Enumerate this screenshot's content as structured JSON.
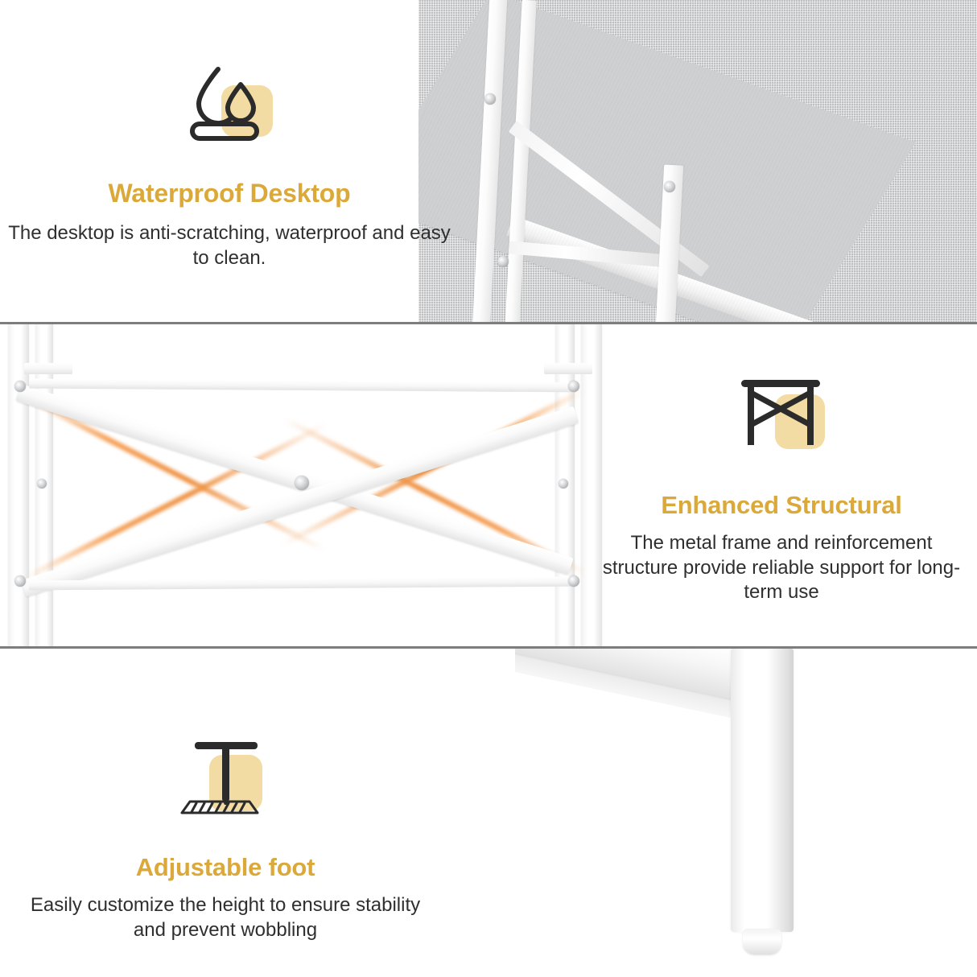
{
  "page": {
    "title": "Desk Feature Infographic",
    "accent_color": "#dba93a",
    "icon_bg_color": "#f3dca3",
    "icon_line_color": "#2b2b2b",
    "body_text_color": "#2f2f2f",
    "divider_color": "#7d7d7d",
    "background_color": "#ffffff",
    "glow_color": "#f6a45e",
    "fabric_gray": "#c9cacc"
  },
  "features": [
    {
      "id": "waterproof",
      "icon": "water-droplets-on-desktop-icon",
      "title": "Waterproof Desktop",
      "description": "The desktop is anti-scratching, waterproof and easy to clean."
    },
    {
      "id": "structural",
      "icon": "desk-frame-cross-brace-icon",
      "title": "Enhanced Structural",
      "description": "The metal frame and reinforcement structure provide reliable support for long-term use"
    },
    {
      "id": "foot",
      "icon": "adjustable-foot-leveler-icon",
      "title": "Adjustable foot",
      "description": "Easily customize the height to ensure stability and prevent wobbling"
    }
  ],
  "photos": [
    {
      "id": "desktop-corner",
      "alt": "White desktop corner with white metal frame on gray textured fabric background"
    },
    {
      "id": "x-cross-brace",
      "alt": "White metal X-shaped cross brace between desk legs with orange highlight glow"
    },
    {
      "id": "adjustable-leg",
      "alt": "White square desk leg with round adjustable leveling foot at the bottom"
    }
  ]
}
